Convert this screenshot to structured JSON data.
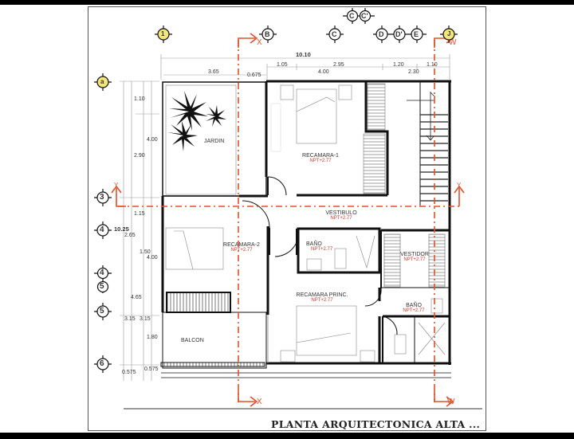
{
  "drawing": {
    "title": "PLANTA ARQUITECTONICA ALTA ...",
    "colors": {
      "wall": "#111111",
      "section_line": "#e0502a",
      "axis_fill": "#f4e77a",
      "dim_text": "#333333",
      "npt_text": "#c0392b"
    }
  },
  "axes_top": [
    {
      "label": "1",
      "fill": "yellow"
    },
    {
      "label": "B"
    },
    {
      "label": "C"
    },
    {
      "label": "C"
    },
    {
      "label": "C'"
    },
    {
      "label": "D"
    },
    {
      "label": "D'"
    },
    {
      "label": "E"
    },
    {
      "label": "J",
      "fill": "yellow"
    }
  ],
  "axes_left": [
    {
      "label": "a",
      "fill": "yellow"
    },
    {
      "label": "3"
    },
    {
      "label": "4"
    },
    {
      "label": "4"
    },
    {
      "label": "5"
    },
    {
      "label": "5"
    },
    {
      "label": "6"
    }
  ],
  "dims_top": {
    "total": "10.10",
    "d1": "3.65",
    "d2": "0.675",
    "d3": "1.05",
    "d4": "2.95",
    "d5": "4.00",
    "d6": "1.20",
    "d7": "1.10",
    "d8": "2.30"
  },
  "dims_left": {
    "total": "10.25",
    "v1": "1.10",
    "v2": "4.00",
    "v3": "2.90",
    "v4": "1.15",
    "v5": "2.65",
    "v6": "1.50",
    "v7": "4.00",
    "v8": "4.65",
    "v9": "3.15",
    "v10": "3.15",
    "v11": "1.80",
    "v12": "0.575",
    "v13": "0.575"
  },
  "sections": {
    "x": "X",
    "w": "W",
    "y": "Y"
  },
  "rooms": [
    {
      "name": "JARDIN",
      "npt": ""
    },
    {
      "name": "RECAMARA-1",
      "npt": "NPT+2.77"
    },
    {
      "name": "VESTIBULO",
      "npt": "NPT+2.77"
    },
    {
      "name": "RECAMARA-2",
      "npt": "NPT+2.77"
    },
    {
      "name": "BAÑO",
      "npt": "NPT+2.77"
    },
    {
      "name": "VESTIDOR",
      "npt": "NPT+2.77"
    },
    {
      "name": "RECAMARA PRINC.",
      "npt": "NPT+2.77"
    },
    {
      "name": "BAÑO",
      "npt": "NPT+2.77"
    },
    {
      "name": "BALCON",
      "npt": ""
    }
  ]
}
